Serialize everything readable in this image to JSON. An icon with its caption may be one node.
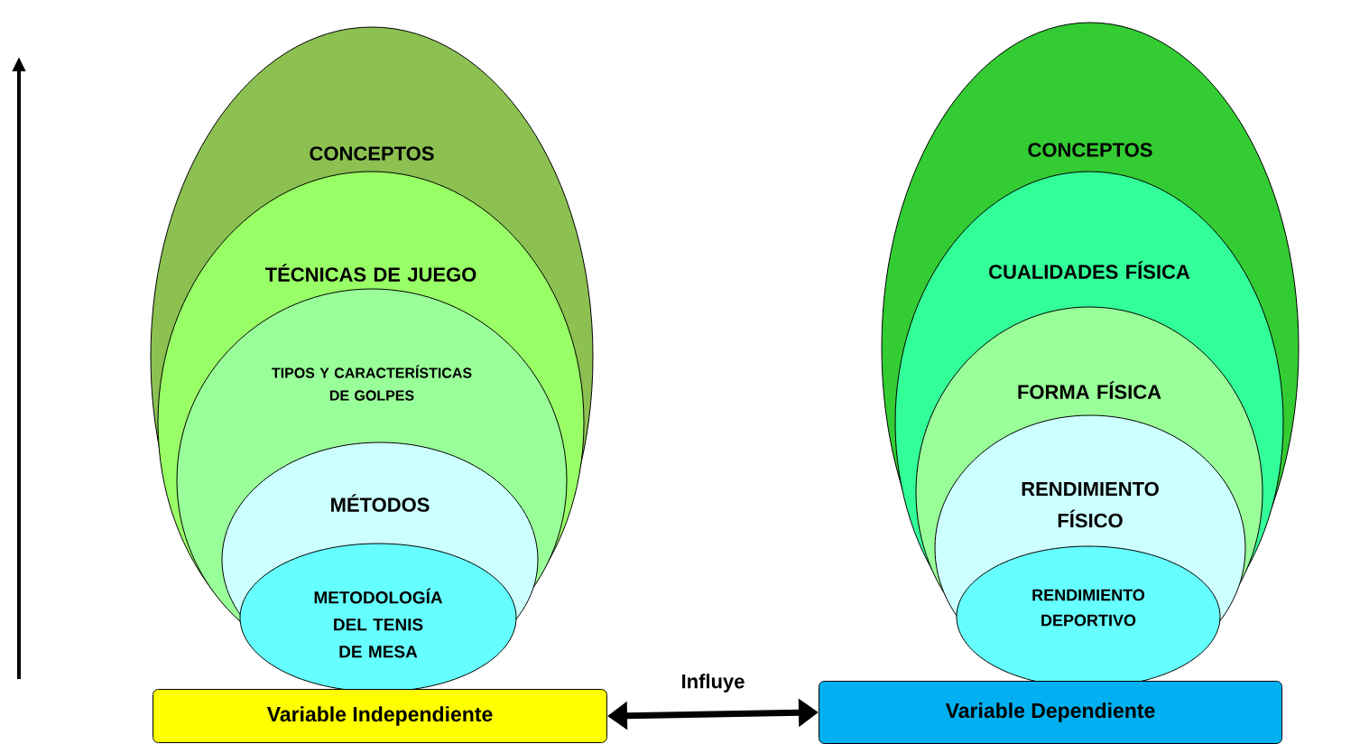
{
  "diagram": {
    "nodes": [
      {
        "text": [
          "CONCEPTOS"
        ]
      },
      {
        "text": [
          "TÉCNICAS DE JUEGO"
        ],
        "in": 0
      },
      {
        "text": [
          "TIPOS Y CARACTERÍSTICAS DE GOLPES"
        ],
        "in": 1
      },
      {
        "text": [
          "MÉTODOS"
        ],
        "in": 2
      },
      {
        "text": [
          "METODOLOGÍA DEL TENIS DE MESA"
        ],
        "in": 3
      },
      {
        "text": [
          "Variable Independiente"
        ]
      },
      {
        "text": [
          "CONCEPTOS"
        ]
      },
      {
        "text": [
          "CUALIDADES FÍSICA"
        ],
        "in": 6
      },
      {
        "text": [
          "FORMA FÍSICA"
        ],
        "in": 7
      },
      {
        "text": [
          "RENDIMIENTO FÍSICO"
        ],
        "in": 8
      },
      {
        "text": [
          "RENDIMIENTO DEPORTIVO"
        ],
        "in": 9
      },
      {
        "text": [
          "Variable Dependiente"
        ]
      }
    ],
    "edges": [
      {
        "from": 5,
        "to": 11,
        "arrow": "both",
        "label": "Influye"
      }
    ]
  }
}
